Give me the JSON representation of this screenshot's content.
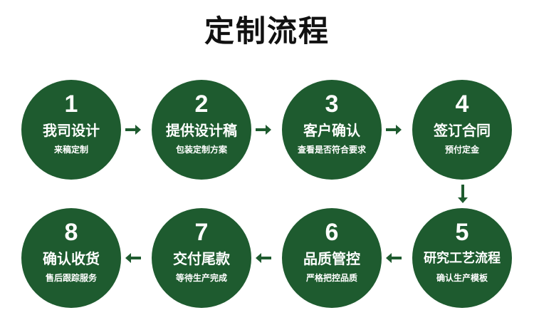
{
  "title": "定制流程",
  "colors": {
    "circle": "#1e5b2f",
    "arrow": "#1e5b2f",
    "text": "#111111"
  },
  "steps": [
    {
      "num": "1",
      "name": "我司设计",
      "sub": "来稿定制"
    },
    {
      "num": "2",
      "name": "提供设计稿",
      "sub": "包装定制方案"
    },
    {
      "num": "3",
      "name": "客户确认",
      "sub": "查看是否符合要求"
    },
    {
      "num": "4",
      "name": "签订合同",
      "sub": "预付定金"
    },
    {
      "num": "5",
      "name": "研究工艺流程",
      "sub": "确认生产模板"
    },
    {
      "num": "6",
      "name": "品质管控",
      "sub": "严格把控品质"
    },
    {
      "num": "7",
      "name": "交付尾款",
      "sub": "等待生产完成"
    },
    {
      "num": "8",
      "name": "确认收货",
      "sub": "售后跟踪服务"
    }
  ],
  "icons": {
    "arrow_right": "arrow-right-icon",
    "arrow_left": "arrow-left-icon",
    "arrow_down": "arrow-down-icon"
  }
}
